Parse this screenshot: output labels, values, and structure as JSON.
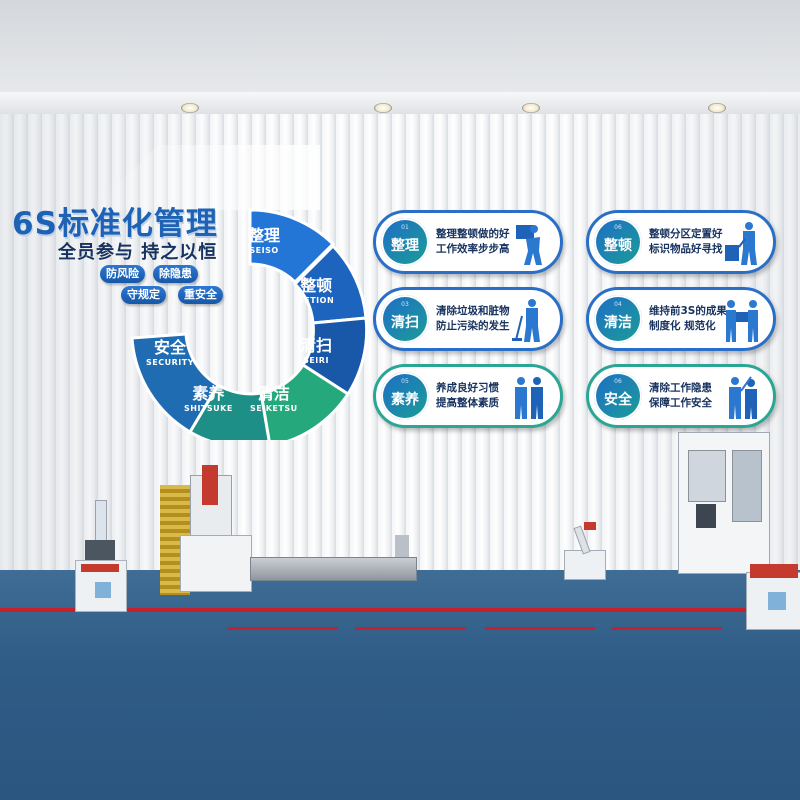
{
  "title": "6S标准化管理",
  "subtitle": "全员参与  持之以恒",
  "tags": [
    "防风险",
    "除隐患",
    "守规定",
    "重安全"
  ],
  "wheel": [
    {
      "cn": "整理",
      "en": "SEISO",
      "color": "#1e6fcf"
    },
    {
      "cn": "整顿",
      "en": "SETION",
      "color": "#1b63bb"
    },
    {
      "cn": "清扫",
      "en": "SEIRI",
      "color": "#1a5aa9"
    },
    {
      "cn": "清洁",
      "en": "SEIKETSU",
      "color": "#24a57d"
    },
    {
      "cn": "素养",
      "en": "SHITSUKE",
      "color": "#1d8e88"
    },
    {
      "cn": "安全",
      "en": "SECURITY",
      "color": "#1f6db4"
    }
  ],
  "cards": [
    {
      "num": "01",
      "title": "整理",
      "line1": "整理整顿做的好",
      "line2": "工作效率步步高",
      "icon": "person-carrying-box-icon"
    },
    {
      "num": "06",
      "title": "整顿",
      "line1": "整顿分区定置好",
      "line2": "标识物品好寻找",
      "icon": "person-pulling-cart-icon"
    },
    {
      "num": "03",
      "title": "清扫",
      "line1": "清除垃圾和脏物",
      "line2": "防止污染的发生",
      "icon": "person-sweeping-icon"
    },
    {
      "num": "04",
      "title": "清洁",
      "line1": "维持前3S的成果",
      "line2": "制度化 规范化",
      "icon": "people-carrying-icon"
    },
    {
      "num": "05",
      "title": "素养",
      "line1": "养成良好习惯",
      "line2": "提高整体素质",
      "icon": "two-workers-icon"
    },
    {
      "num": "06",
      "title": "安全",
      "line1": "清除工作隐患",
      "line2": "保障工作安全",
      "icon": "workers-pointing-icon"
    }
  ],
  "colors": {
    "accent": "#1d62b4",
    "green": "#24a57d",
    "floor": "#2f5c86",
    "safety_line": "#c8202a"
  }
}
